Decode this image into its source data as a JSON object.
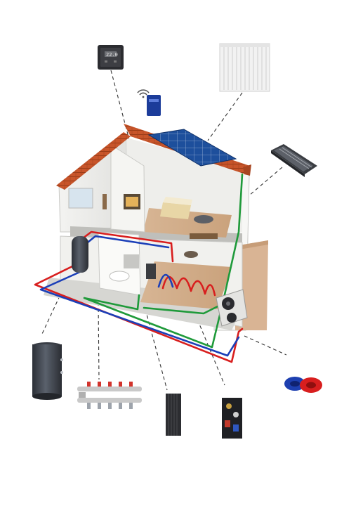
{
  "diagram": {
    "components": [
      {
        "id": "thermostat",
        "icon": "thermostat-icon",
        "display": "22.0"
      },
      {
        "id": "wifi-controller",
        "icon": "wifi-controller-icon"
      },
      {
        "id": "panel-radiator",
        "icon": "panel-radiator-icon"
      },
      {
        "id": "trench-convector",
        "icon": "trench-convector-icon"
      },
      {
        "id": "storage-tank",
        "icon": "storage-tank-icon"
      },
      {
        "id": "floor-manifold",
        "icon": "manifold-icon"
      },
      {
        "id": "vertical-radiator",
        "icon": "vertical-radiator-icon"
      },
      {
        "id": "hydraulic-module",
        "icon": "hydraulic-module-icon"
      },
      {
        "id": "pipe-coils",
        "icon": "pipe-coils-icon"
      },
      {
        "id": "heat-pump",
        "icon": "heat-pump-icon"
      },
      {
        "id": "solar-panels",
        "icon": "solar-panel-icon"
      }
    ],
    "colors": {
      "supply_pipe": "#d81e1e",
      "return_pipe": "#1b3fb8",
      "glycol_pipe": "#1f9a3a",
      "roof_tiles": "#c8552a",
      "solar_cells": "#1d4f9c"
    }
  }
}
